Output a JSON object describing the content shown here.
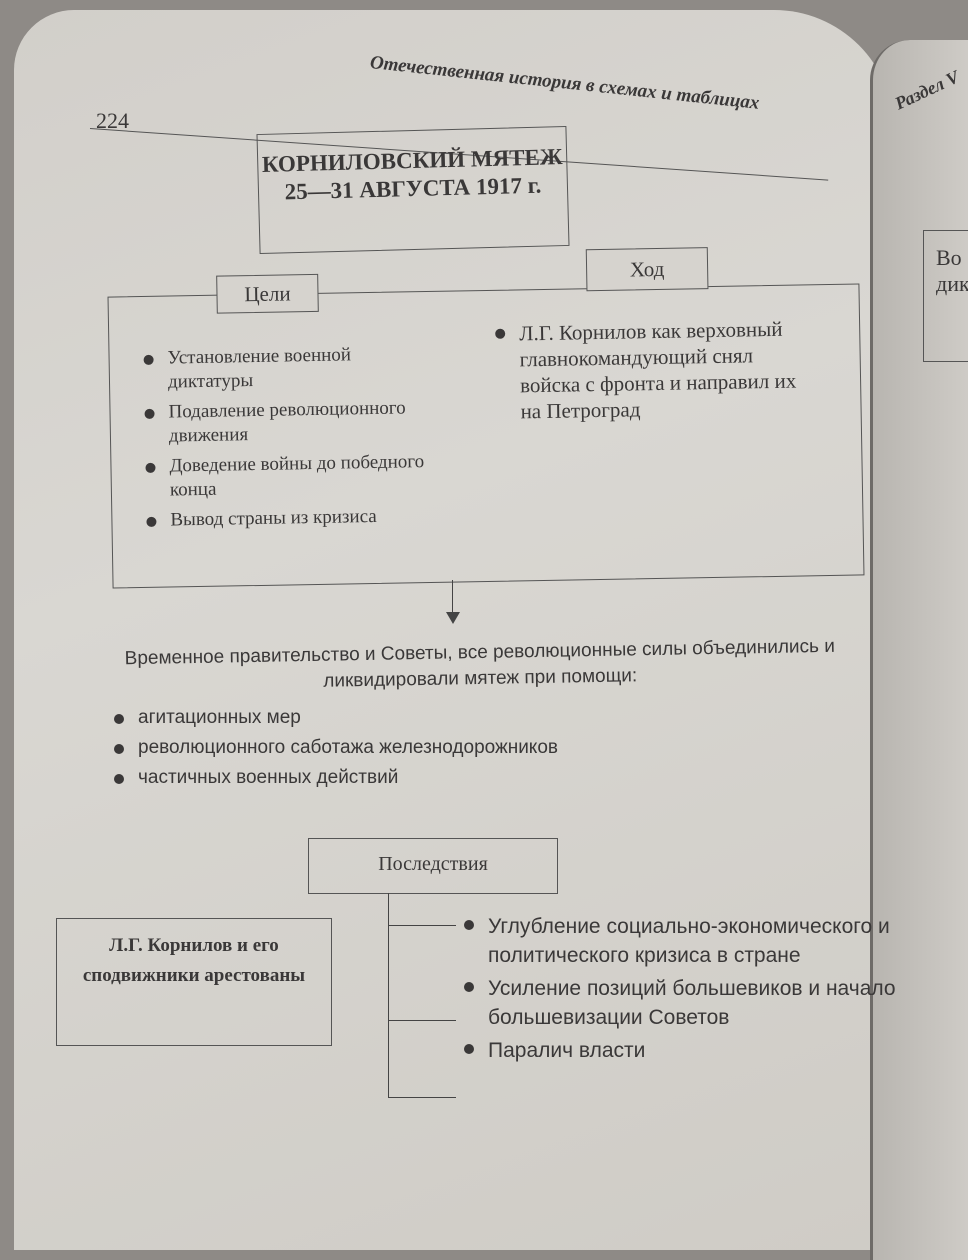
{
  "header": {
    "running_title": "Отечественная история в схемах и таблицах",
    "page_number": "224"
  },
  "title": {
    "line1": "КОРНИЛОВСКИЙ МЯТЕЖ",
    "line2": "25—31 АВГУСТА 1917 г."
  },
  "goals": {
    "label": "Цели",
    "items": [
      "Установление военной диктатуры",
      "Подавление революционного движения",
      "Доведение войны до победного конца",
      "Вывод страны из кризиса"
    ]
  },
  "course": {
    "label": "Ход",
    "items": [
      "Л.Г. Корнилов как верховный главнокомандующий снял войска с фронта и направил их на Петроград"
    ]
  },
  "suppression": {
    "text": "Временное правительство и Советы, все революционные силы объединились и ликвидировали мятеж при помощи:",
    "items": [
      "агитационных мер",
      "революционного саботажа железнодорожников",
      "частичных военных действий"
    ]
  },
  "consequences": {
    "label": "Последствия",
    "arrest": "Л.Г. Корнилов и его сподвижники арестованы",
    "items": [
      "Углубление социально-экономического и политического кризиса в стране",
      "Усиление позиций большевиков и начало большевизации Советов",
      "Паралич власти"
    ]
  },
  "right_page": {
    "running_title": "Раздел V",
    "box_fragment_1": "Во",
    "box_fragment_2": "дик"
  }
}
